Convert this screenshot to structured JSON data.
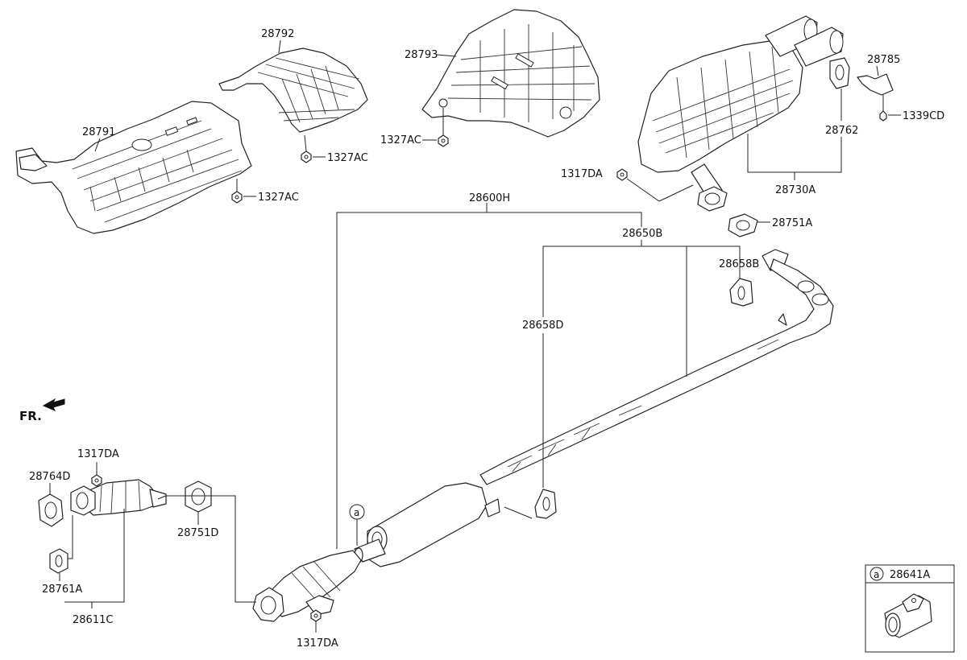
{
  "diagram": {
    "orientation_label": "FR.",
    "callout_marker": "a",
    "inset": {
      "marker": "a",
      "part": "28641A"
    },
    "labels": {
      "p28791": "28791",
      "p28792": "28792",
      "p28793": "28793",
      "p1327AC_top_right": "1327AC",
      "p1327AC_mid_left": "1327AC",
      "p1327AC_upper_mid": "1327AC",
      "p28785": "28785",
      "p1339CD": "1339CD",
      "p28762": "28762",
      "p1317DA_upper": "1317DA",
      "p28730A": "28730A",
      "p28600H": "28600H",
      "p28751A": "28751A",
      "p28650B": "28650B",
      "p28658B": "28658B",
      "p28658D": "28658D",
      "p1317DA_left": "1317DA",
      "p28764D": "28764D",
      "p28751D": "28751D",
      "p28761A": "28761A",
      "p28611C": "28611C",
      "p1317DA_bottom": "1317DA"
    }
  }
}
